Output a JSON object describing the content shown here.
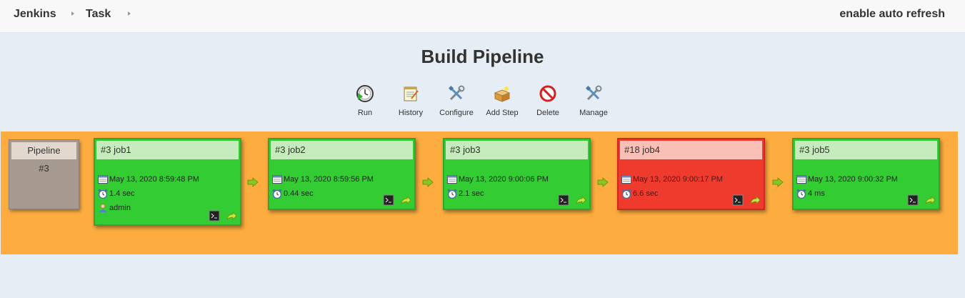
{
  "breadcrumb": [
    {
      "label": "Jenkins"
    },
    {
      "label": "Task"
    }
  ],
  "header": {
    "auto_refresh": "enable auto refresh"
  },
  "page": {
    "title": "Build Pipeline"
  },
  "toolbar": [
    {
      "label": "Run",
      "icon": "clock-play-icon"
    },
    {
      "label": "History",
      "icon": "notepad-icon"
    },
    {
      "label": "Configure",
      "icon": "tools-icon"
    },
    {
      "label": "Add Step",
      "icon": "package-add-icon"
    },
    {
      "label": "Delete",
      "icon": "no-entry-icon"
    },
    {
      "label": "Manage",
      "icon": "tools-icon"
    }
  ],
  "pipeline": {
    "label": "Pipeline",
    "number": "#3"
  },
  "jobs": [
    {
      "title": "#3 job1",
      "date": "May 13, 2020 8:59:48 PM",
      "duration": "1.4 sec",
      "user": "admin",
      "status": "success"
    },
    {
      "title": "#3 job2",
      "date": "May 13, 2020 8:59:56 PM",
      "duration": "0.44 sec",
      "status": "success"
    },
    {
      "title": "#3 job3",
      "date": "May 13, 2020 9:00:06 PM",
      "duration": "2.1 sec",
      "status": "success"
    },
    {
      "title": "#18 job4",
      "date": "May 13, 2020 9:00:17 PM",
      "duration": "6.6 sec",
      "status": "failed"
    },
    {
      "title": "#3 job5",
      "date": "May 13, 2020 9:00:32 PM",
      "duration": "4 ms",
      "status": "success"
    }
  ],
  "colors": {
    "success": "#33cc33",
    "failed": "#ef3a2e",
    "band": "#fdad3f",
    "background": "#e6edf4"
  }
}
